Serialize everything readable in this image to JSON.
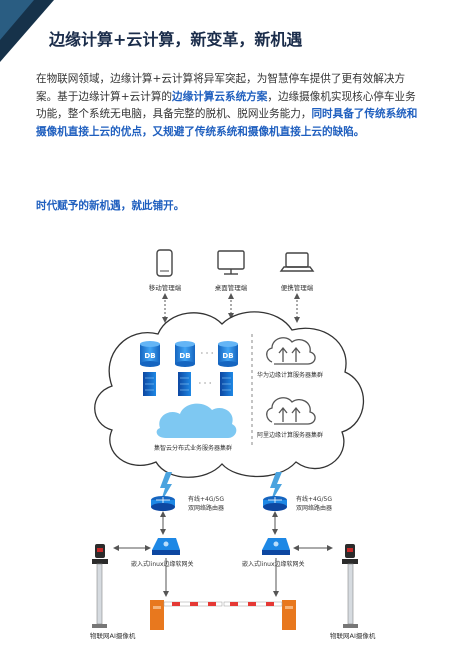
{
  "header": {
    "title": "边缘计算+云计算，新变革，新机遇"
  },
  "body": {
    "p1_a": "在物联网领域，边缘计算+云计算将异军突起，为智慧停车提供了更有效解决方案。基于边缘计算+云计算的",
    "p1_hl1": "边缘计算云系统方案",
    "p1_b": "，边缘摄像机实现核心停车业务功能，整个系统无电脑，具备完整的脱机、脱网业务能力，",
    "p1_hl2": "同时具备了传统系统和摄像机直接上云的优点，又规避了传统系统和摄像机直接上云的缺陷。",
    "slogan": "时代赋予的新机遇，就此铺开。"
  },
  "diagram": {
    "terminals": [
      "移动管理端",
      "桌面管理端",
      "便携管理端"
    ],
    "db_label": "DB",
    "dots": "· · ·",
    "cloud_left_label": "集智云分布式业务服务器集群",
    "cloud_right_top_label": "华为边缘计算服务器集群",
    "cloud_right_bottom_label": "阿里边缘计算服务器集群",
    "router_label_line1": "有线+4G/5G",
    "router_label_line2": "双网络路由器",
    "gateway_label": "嵌入式linux边缘软网关",
    "camera_label": "物联网AI摄像机",
    "colors": {
      "accent": "#1f5fbf",
      "navy": "#16324a",
      "db": "#1e88e5",
      "lightning": "#4aa3df",
      "barrier": "#e8781e"
    }
  }
}
